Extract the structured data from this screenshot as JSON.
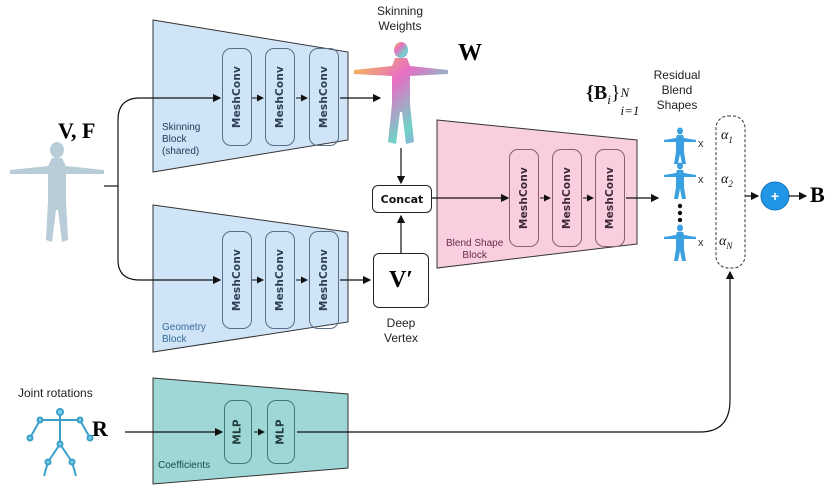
{
  "labels": {
    "skinning_weights": [
      "Skinning",
      "Weights"
    ],
    "W": "W",
    "VF": "V, F",
    "skinning_block": [
      "Skinning",
      "Block",
      "(shared)"
    ],
    "geometry_block": [
      "Geometry",
      "Block"
    ],
    "blend_shape_block": [
      "Blend Shape",
      "Block"
    ],
    "coefficients": "Coefficients",
    "concat": "Concat",
    "V_prime": "V′",
    "deep_vertex": [
      "Deep",
      "Vertex"
    ],
    "residual": [
      "Residual",
      "Blend",
      "Shapes"
    ],
    "blend_set_base": "{B",
    "blend_set_sub_i": "i",
    "blend_set_close": "}",
    "blend_set_sup": "N",
    "blend_set_sub": "i=1",
    "joint_rotations": "Joint rotations",
    "R": "R",
    "B_out": "B",
    "plus": "+",
    "times": "x"
  },
  "layers": {
    "meshconv": "MeshConv",
    "mlp": "MLP"
  },
  "coefficients": {
    "alpha": "α",
    "subs": [
      "1",
      "2",
      "N"
    ]
  },
  "colors": {
    "skinning_fill": "#cfe4f7",
    "geometry_fill": "#cfe4f7",
    "blend_fill": "#f9cfe0",
    "coef_fill": "#9fd6d6",
    "plus_fill": "#2196e6",
    "body_gray": "#b9cdd8",
    "body_blue": "#3aa0e0"
  }
}
